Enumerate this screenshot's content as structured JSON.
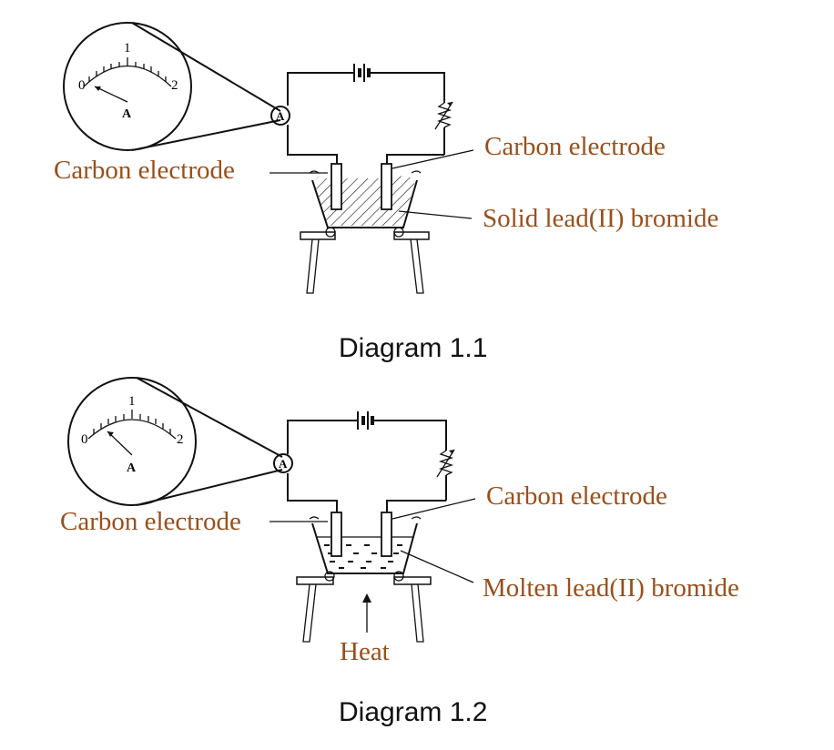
{
  "colors": {
    "label": "#9a4f1b",
    "line": "#111111",
    "caption": "#111111"
  },
  "diagram1": {
    "label_left": "Carbon electrode",
    "label_right": "Carbon electrode",
    "label_substance": "Solid lead(II) bromide",
    "caption": "Diagram 1.1",
    "meter": {
      "scale_min": "0",
      "scale_mid": "1",
      "scale_max": "2",
      "unit": "A"
    },
    "ammeter_symbol": "A"
  },
  "diagram2": {
    "label_left": "Carbon electrode",
    "label_right": "Carbon electrode",
    "label_substance": "Molten lead(II) bromide",
    "label_heat": "Heat",
    "caption": "Diagram 1.2",
    "meter": {
      "scale_min": "0",
      "scale_mid": "1",
      "scale_max": "2",
      "unit": "A"
    },
    "ammeter_symbol": "A"
  }
}
